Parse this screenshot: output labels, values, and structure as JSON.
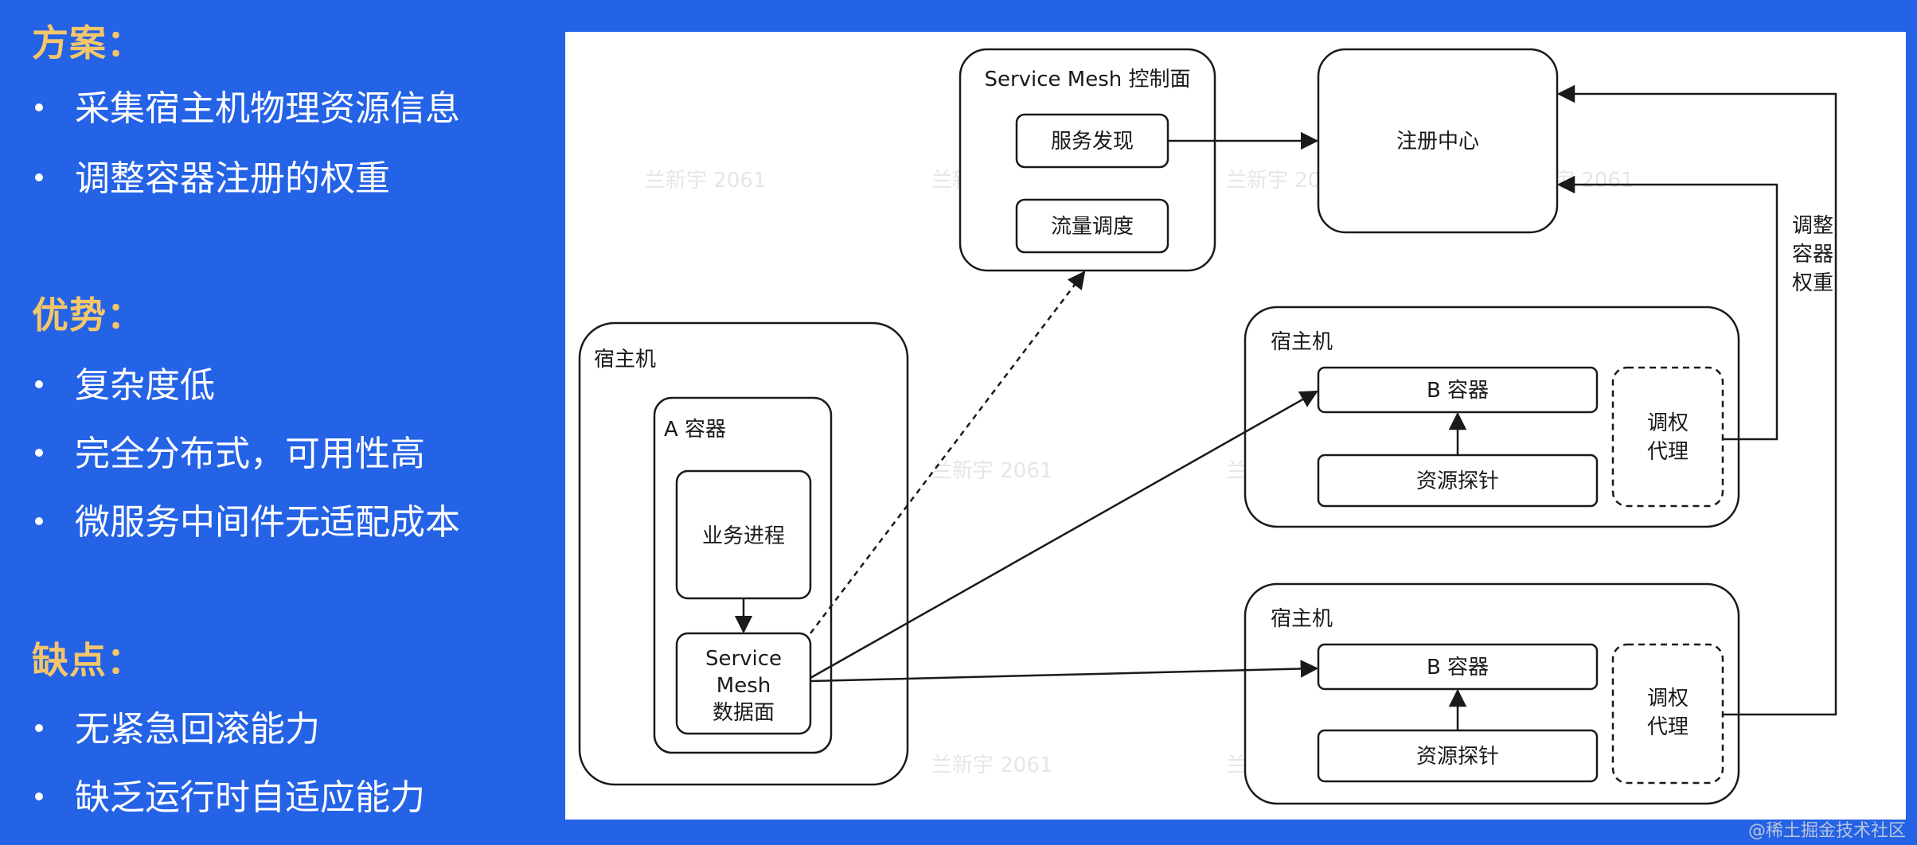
{
  "left": {
    "plan": {
      "heading": "方案：",
      "items": [
        "采集宿主机物理资源信息",
        "调整容器注册的权重"
      ]
    },
    "advantages": {
      "heading": "优势：",
      "items": [
        "复杂度低",
        "完全分布式，可用性高",
        "微服务中间件无适配成本"
      ]
    },
    "disadvantages": {
      "heading": "缺点：",
      "items": [
        "无紧急回滚能力",
        "缺乏运行时自适应能力"
      ]
    }
  },
  "diagram": {
    "control_plane": {
      "title": "Service Mesh 控制面",
      "service_discovery": "服务发现",
      "traffic_scheduling": "流量调度"
    },
    "registry": "注册中心",
    "host_a": {
      "title": "宿主机",
      "container": "A 容器",
      "business_process": "业务进程",
      "data_plane_line1": "Service",
      "data_plane_line2": "Mesh",
      "data_plane_line3": "数据面"
    },
    "host_b1": {
      "title": "宿主机",
      "container": "B 容器",
      "probe": "资源探针",
      "agent_line1": "调权",
      "agent_line2": "代理"
    },
    "host_b2": {
      "title": "宿主机",
      "container": "B 容器",
      "probe": "资源探针",
      "agent_line1": "调权",
      "agent_line2": "代理"
    },
    "weight_label": [
      "调整",
      "容器",
      "权重"
    ],
    "watermark": "兰新宇 2061"
  },
  "credit": "@稀土掘金技术社区",
  "colors": {
    "background": "#2462e6",
    "heading": "#f4c66a",
    "text": "#ffffff",
    "line": "#1a1a1a"
  }
}
